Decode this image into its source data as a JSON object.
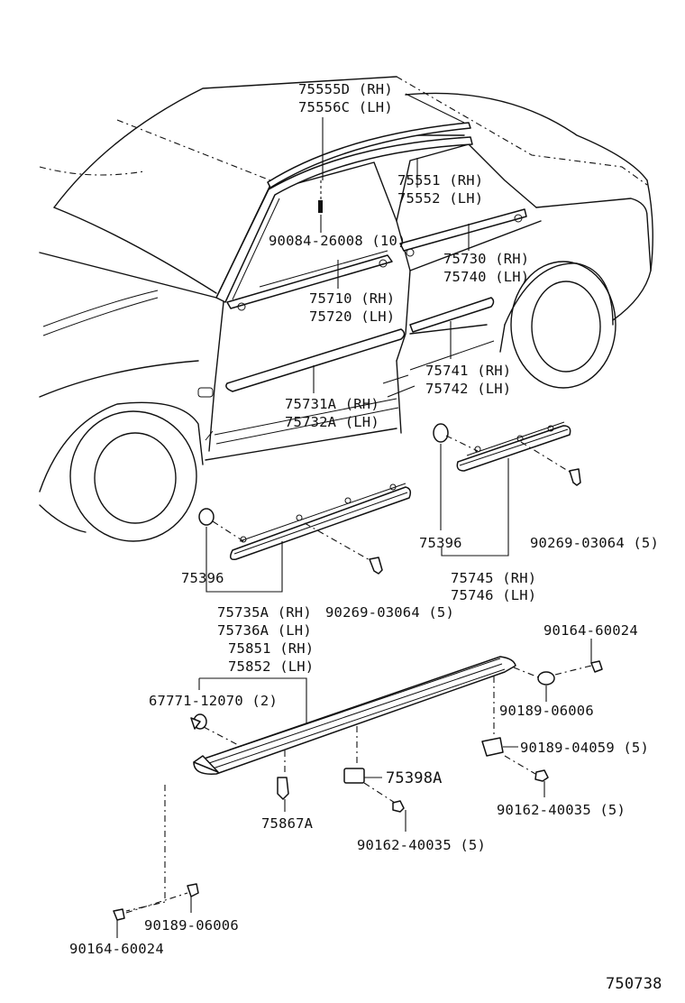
{
  "labels": {
    "molding_75555D": "75555D (RH)",
    "molding_75556C": "75556C (LH)",
    "molding_75551": "75551 (RH)",
    "molding_75552": "75552 (LH)",
    "clip_90084": "90084-26008 (10)",
    "molding_75730": "75730 (RH)",
    "molding_75740": "75740 (LH)",
    "molding_75710": "75710 (RH)",
    "molding_75720": "75720 (LH)",
    "molding_75741": "75741 (RH)",
    "molding_75742": "75742 (LH)",
    "molding_75731A": "75731A (RH)",
    "molding_75732A": "75732A (LH)",
    "clip_75396_rear": "75396",
    "screw_90269_rear": "90269-03064 (5)",
    "molding_75745": "75745 (RH)",
    "molding_75746": "75746 (LH)",
    "clip_75396_front": "75396",
    "screw_90269_front": "90269-03064 (5)",
    "molding_75735A": "75735A (RH)",
    "molding_75736A": "75736A (LH)",
    "rocker_75851": "75851 (RH)",
    "rocker_75852": "75852 (LH)",
    "clip_67771": "67771-12070 (2)",
    "bolt_90164_top": "90164-60024",
    "nut_90189_06006_top": "90189-06006",
    "nut_90189_04059": "90189-04059 (5)",
    "screw_90162_right": "90162-40035 (5)",
    "bracket_75398A": "75398A",
    "clip_75867A": "75867A",
    "screw_90162_center": "90162-40035 (5)",
    "nut_90189_06006_bottom": "90189-06006",
    "bolt_90164_bottom": "90164-60024",
    "diagram_id": "750738"
  }
}
